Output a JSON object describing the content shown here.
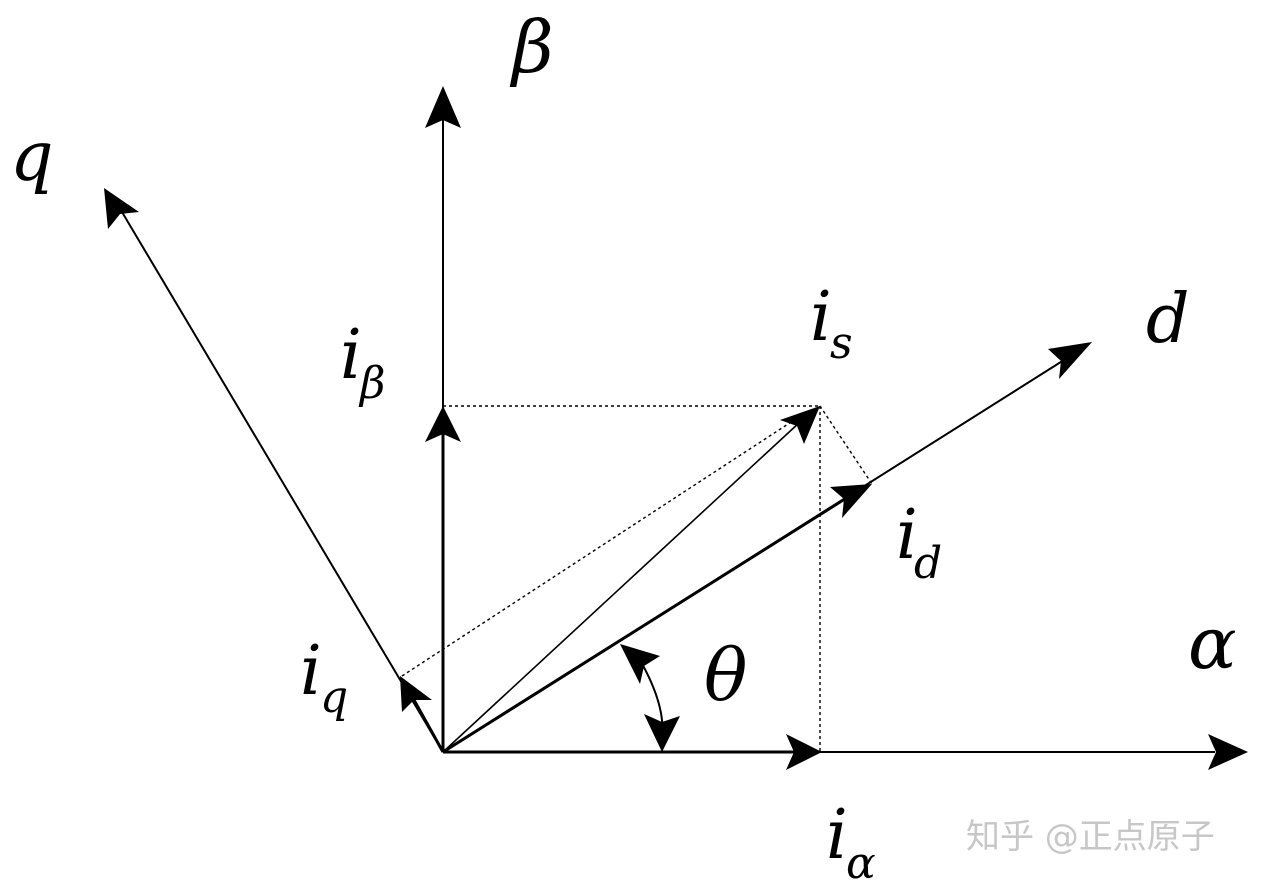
{
  "axes": {
    "alpha": "α",
    "beta": "β",
    "d": "d",
    "q": "q"
  },
  "vectors": {
    "is": {
      "main": "i",
      "sub": "s"
    },
    "id": {
      "main": "i",
      "sub": "d"
    },
    "iq": {
      "main": "i",
      "sub": "q"
    },
    "ialpha": {
      "main": "i",
      "sub": "α"
    },
    "ibeta": {
      "main": "i",
      "sub": "β"
    }
  },
  "angle": "θ",
  "watermark": "知乎 @正点原子"
}
